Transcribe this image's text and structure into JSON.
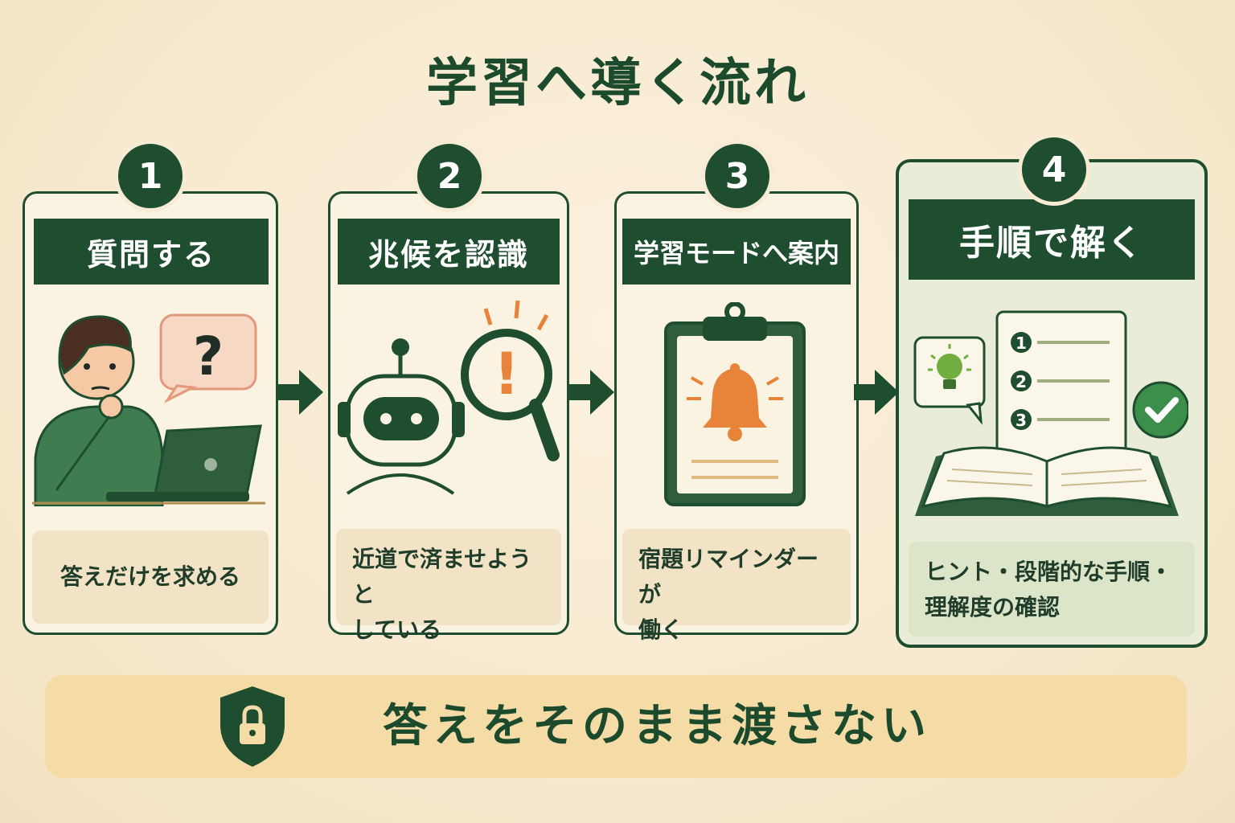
{
  "title": "学習へ導く流れ",
  "steps": [
    {
      "number": "1",
      "heading": "質問する",
      "description": "答えだけを求める"
    },
    {
      "number": "2",
      "heading": "兆候を認識",
      "description": "近道で済ませようとしている"
    },
    {
      "number": "3",
      "heading": "学習モードへ案内",
      "description": "宿題リマインダーが働く"
    },
    {
      "number": "4",
      "heading": "手順で解く",
      "description": "ヒント・段階的な手順・理解度の確認"
    }
  ],
  "step2_desc_lines": [
    "近道で済ませようと",
    "している"
  ],
  "step3_desc_lines": [
    "宿題リマインダーが",
    "働く"
  ],
  "step4_desc_lines": [
    "ヒント・段階的な手順・",
    "理解度の確認"
  ],
  "illustration_texts": {
    "question_mark": "?",
    "exclamation": "!",
    "list_numbers": [
      "1",
      "2",
      "3"
    ]
  },
  "banner": {
    "text": "答えをそのまま渡さない",
    "icon": "shield-lock-icon"
  },
  "colors": {
    "primary": "#1e4d2f",
    "accent": "#e8833a",
    "background": "#f6e8cc",
    "banner": "#f5dca6"
  }
}
